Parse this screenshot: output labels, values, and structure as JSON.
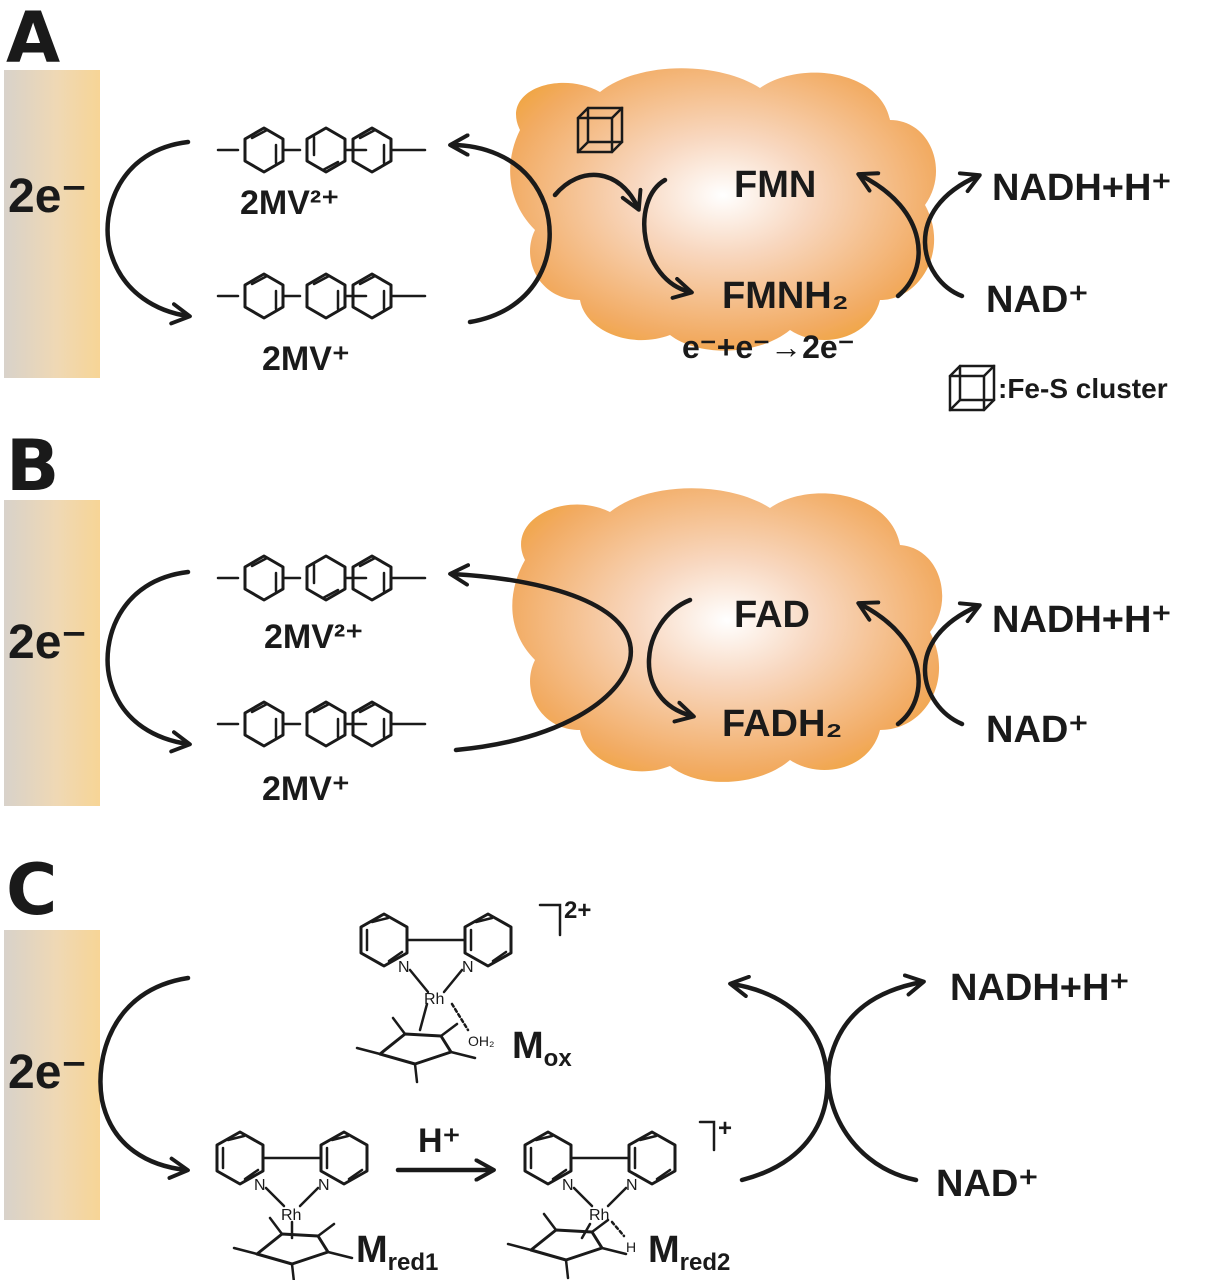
{
  "panels": {
    "a": {
      "letter": "A",
      "electrode": "2e⁻",
      "mv_ox": "2MV²⁺",
      "mv_red": "2MV⁺",
      "cofactor_ox": "FMN",
      "cofactor_red": "FMNH₂",
      "electron_combine": "e⁻+e⁻→2e⁻",
      "nadh": "NADH+H⁺",
      "nad": "NAD⁺",
      "legend": ":Fe-S cluster"
    },
    "b": {
      "letter": "B",
      "electrode": "2e⁻",
      "mv_ox": "2MV²⁺",
      "mv_red": "2MV⁺",
      "cofactor_ox": "FAD",
      "cofactor_red": "FADH₂",
      "nadh": "NADH+H⁺",
      "nad": "NAD⁺"
    },
    "c": {
      "letter": "C",
      "electrode": "2e⁻",
      "mox_charge": "2+",
      "mox_label": "M",
      "mox_sub": "ox",
      "mred1_label": "M",
      "mred1_sub": "red1",
      "mred2_label": "M",
      "mred2_sub": "red2",
      "mred2_charge": "+",
      "proton": "H⁺",
      "rh": "Rh",
      "n": "N",
      "oh2": "OH₂",
      "h": "H",
      "nadh": "NADH+H⁺",
      "nad": "NAD⁺"
    }
  },
  "colors": {
    "enzyme": "#f2a73c",
    "electrode": "#f5d49a",
    "ink": "#1a1a1a"
  },
  "icons": {
    "fes_cluster": "cube-icon"
  }
}
